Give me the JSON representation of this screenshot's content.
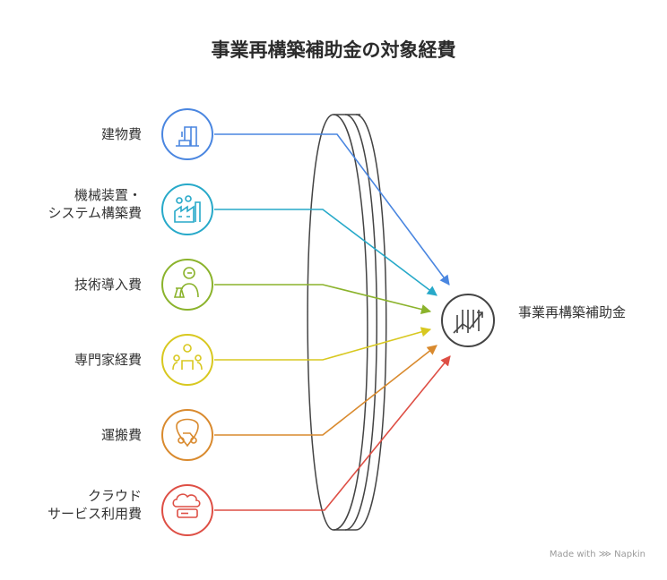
{
  "title": "事業再構築補助金の対象経費",
  "items": [
    {
      "label": "建物費",
      "icon": "building-construction-icon",
      "color": "#4a86e0"
    },
    {
      "label": "機械装置・\nシステム構築費",
      "icon": "factory-icon",
      "color": "#27a9c9"
    },
    {
      "label": "技術導入費",
      "icon": "scientist-icon",
      "color": "#8bb32c"
    },
    {
      "label": "専門家経費",
      "icon": "meeting-icon",
      "color": "#d8c820"
    },
    {
      "label": "運搬費",
      "icon": "delivery-scooter-icon",
      "color": "#d98a2e"
    },
    {
      "label": "クラウド\nサービス利用費",
      "icon": "cloud-server-icon",
      "color": "#de4f45"
    }
  ],
  "target": {
    "label": "事業再構築補助金",
    "icon": "growth-chart-icon"
  },
  "footer": "Made with ⋙ Napkin"
}
